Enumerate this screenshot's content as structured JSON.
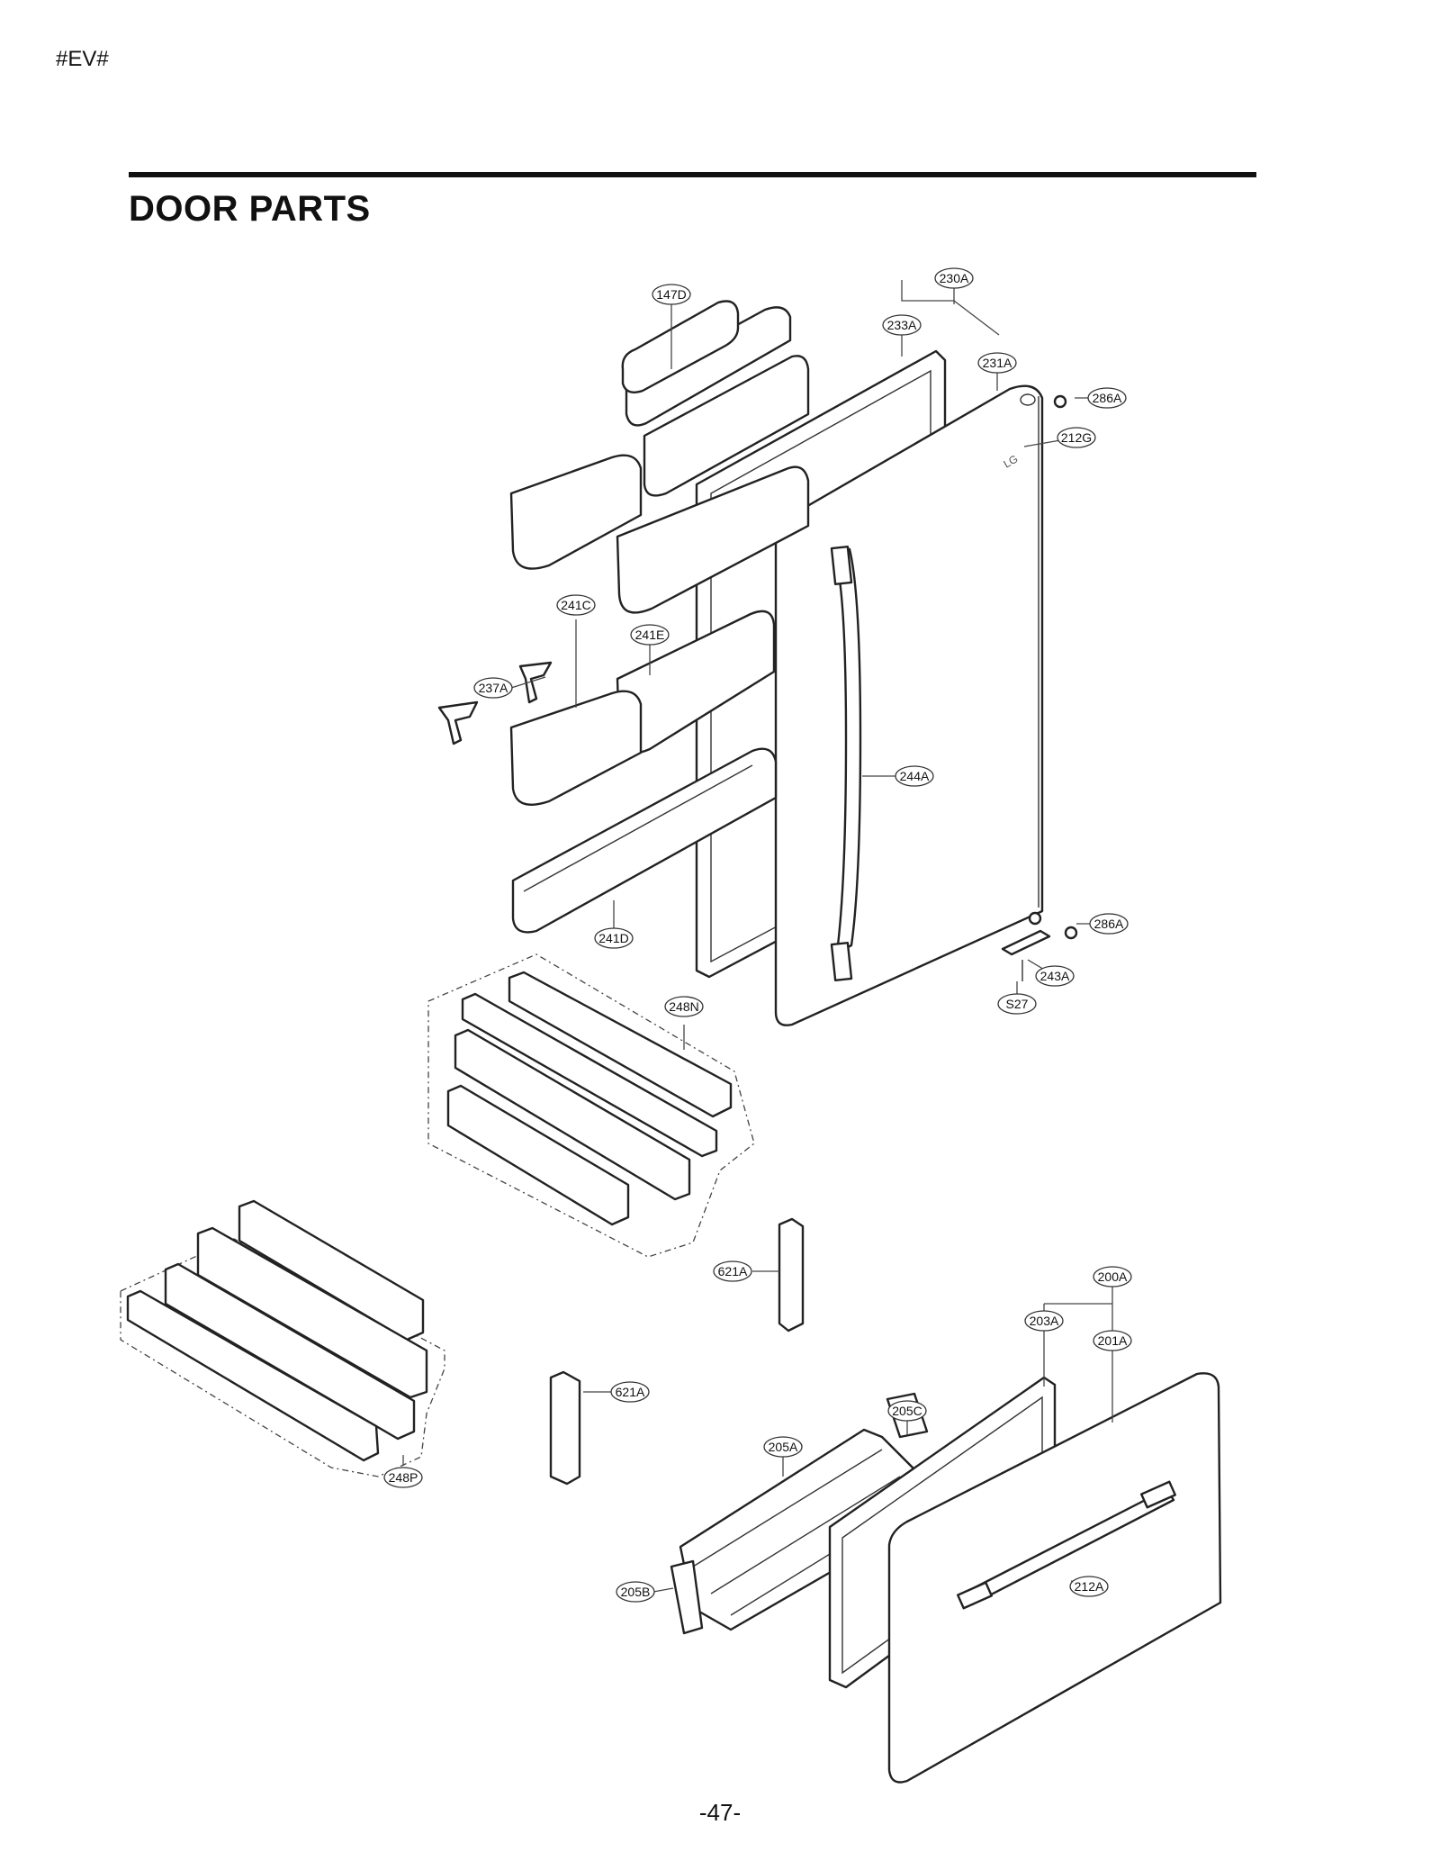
{
  "header": {
    "code": "#EV#"
  },
  "section": {
    "title": "DOOR PARTS"
  },
  "footer": {
    "page": "-47-"
  },
  "callouts": [
    {
      "id": "c-230A",
      "label": "230A"
    },
    {
      "id": "c-233A",
      "label": "233A"
    },
    {
      "id": "c-231A",
      "label": "231A"
    },
    {
      "id": "c-147D",
      "label": "147D"
    },
    {
      "id": "c-286A-top",
      "label": "286A"
    },
    {
      "id": "c-212G",
      "label": "212G"
    },
    {
      "id": "c-241C",
      "label": "241C"
    },
    {
      "id": "c-241E",
      "label": "241E"
    },
    {
      "id": "c-237A",
      "label": "237A"
    },
    {
      "id": "c-244A",
      "label": "244A"
    },
    {
      "id": "c-286A-bottom",
      "label": "286A"
    },
    {
      "id": "c-241D",
      "label": "241D"
    },
    {
      "id": "c-243A",
      "label": "243A"
    },
    {
      "id": "c-S27",
      "label": "S27"
    },
    {
      "id": "c-248N",
      "label": "248N"
    },
    {
      "id": "c-621A-upper",
      "label": "621A"
    },
    {
      "id": "c-200A",
      "label": "200A"
    },
    {
      "id": "c-203A",
      "label": "203A"
    },
    {
      "id": "c-201A",
      "label": "201A"
    },
    {
      "id": "c-621A-lower",
      "label": "621A"
    },
    {
      "id": "c-205C",
      "label": "205C"
    },
    {
      "id": "c-205A",
      "label": "205A"
    },
    {
      "id": "c-248P",
      "label": "248P"
    },
    {
      "id": "c-205B",
      "label": "205B"
    },
    {
      "id": "c-212A",
      "label": "212A"
    }
  ]
}
